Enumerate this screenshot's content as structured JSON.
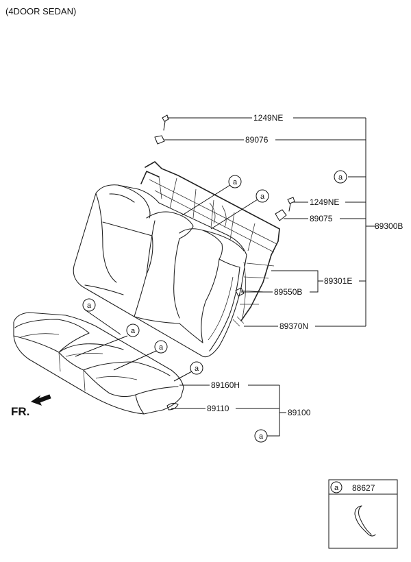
{
  "header": {
    "variant": "(4DOOR SEDAN)"
  },
  "callout_letter": "a",
  "parts": {
    "bolt_upper": "1249NE",
    "guide_upper": "89076",
    "bolt_right": "1249NE",
    "guide_right": "89075",
    "back_assembly": "89300B",
    "back_frame": "89301E",
    "hinge": "89550B",
    "back_pad": "89370N",
    "cushion_cover": "89160H",
    "cushion_pad": "89110",
    "cushion_assembly": "89100"
  },
  "direction": {
    "label": "FR."
  },
  "legend": {
    "letter": "a",
    "part": "88627"
  }
}
